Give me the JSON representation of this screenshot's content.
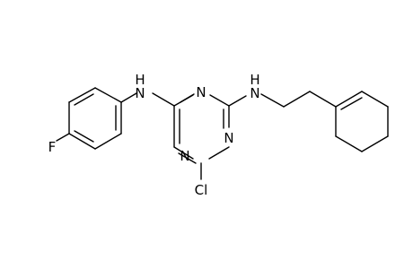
{
  "molecule": {
    "atoms": {
      "N_anilino": "N",
      "H_anilino": "H",
      "N_alkylamino": "N",
      "H_alkylamino": "H",
      "N_ring_top": "N",
      "N_ring_left": "N",
      "N_ring_right": "N",
      "Cl": "Cl",
      "F": "F"
    }
  }
}
